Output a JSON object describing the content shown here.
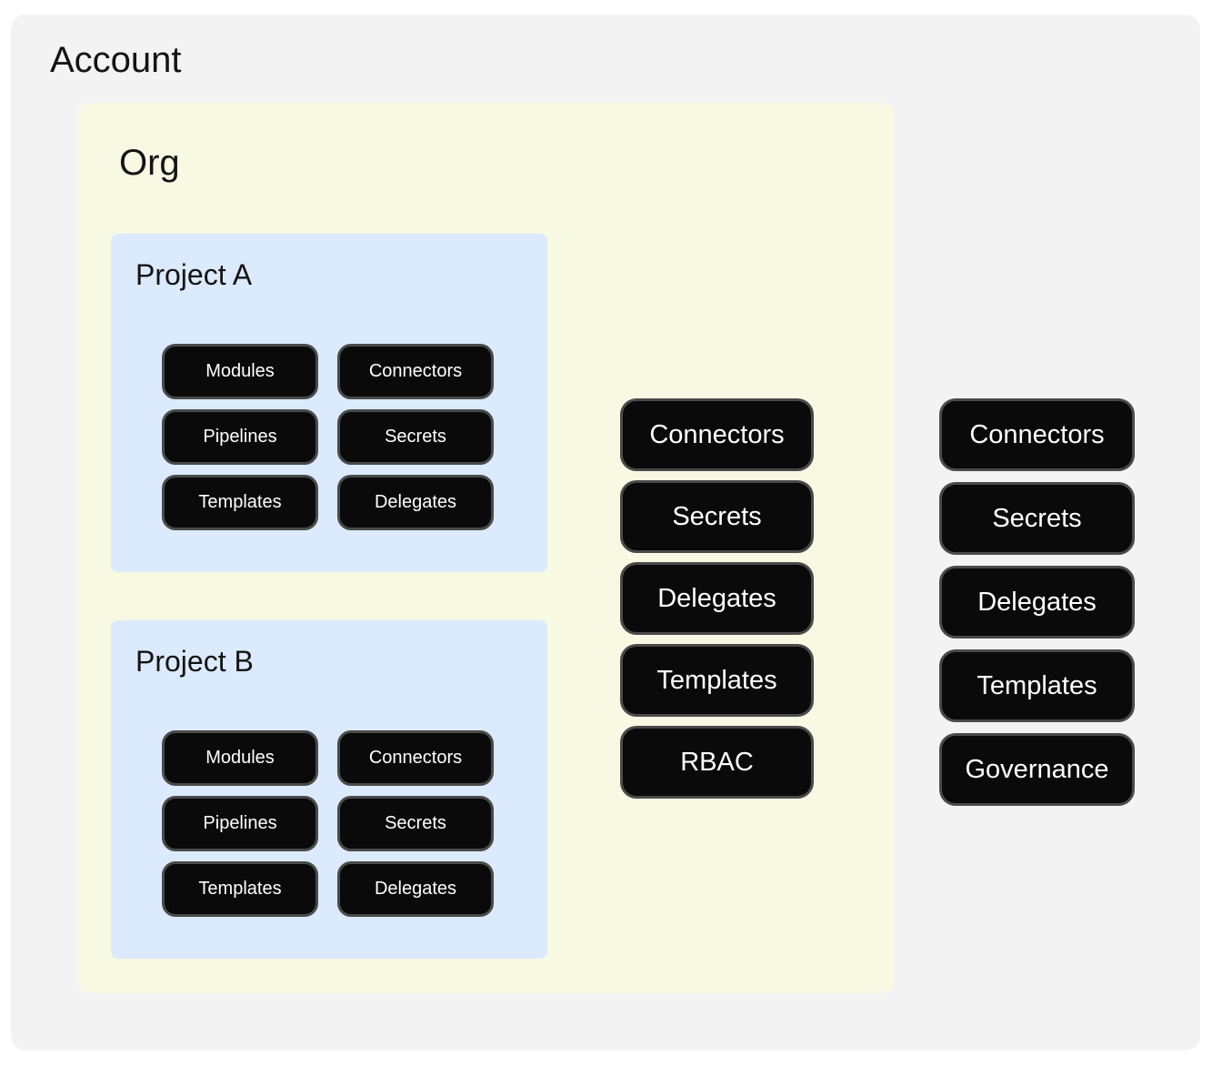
{
  "diagram": {
    "account": {
      "title": "Account",
      "pills": [
        "Connectors",
        "Secrets",
        "Delegates",
        "Templates",
        "Governance"
      ]
    },
    "org": {
      "title": "Org",
      "pills": [
        "Connectors",
        "Secrets",
        "Delegates",
        "Templates",
        "RBAC"
      ]
    },
    "project_a": {
      "title": "Project A",
      "pills": [
        "Modules",
        "Connectors",
        "Pipelines",
        "Secrets",
        "Templates",
        "Delegates"
      ]
    },
    "project_b": {
      "title": "Project B",
      "pills": [
        "Modules",
        "Connectors",
        "Pipelines",
        "Secrets",
        "Templates",
        "Delegates"
      ]
    },
    "colors": {
      "account_bg": "#f3f3f4",
      "org_bg": "#f7f9e3",
      "project_bg": "#dbeafc",
      "pill_bg": "#0a0a0a",
      "pill_border": "#4a4a4a",
      "pill_text": "#ffffff"
    }
  }
}
